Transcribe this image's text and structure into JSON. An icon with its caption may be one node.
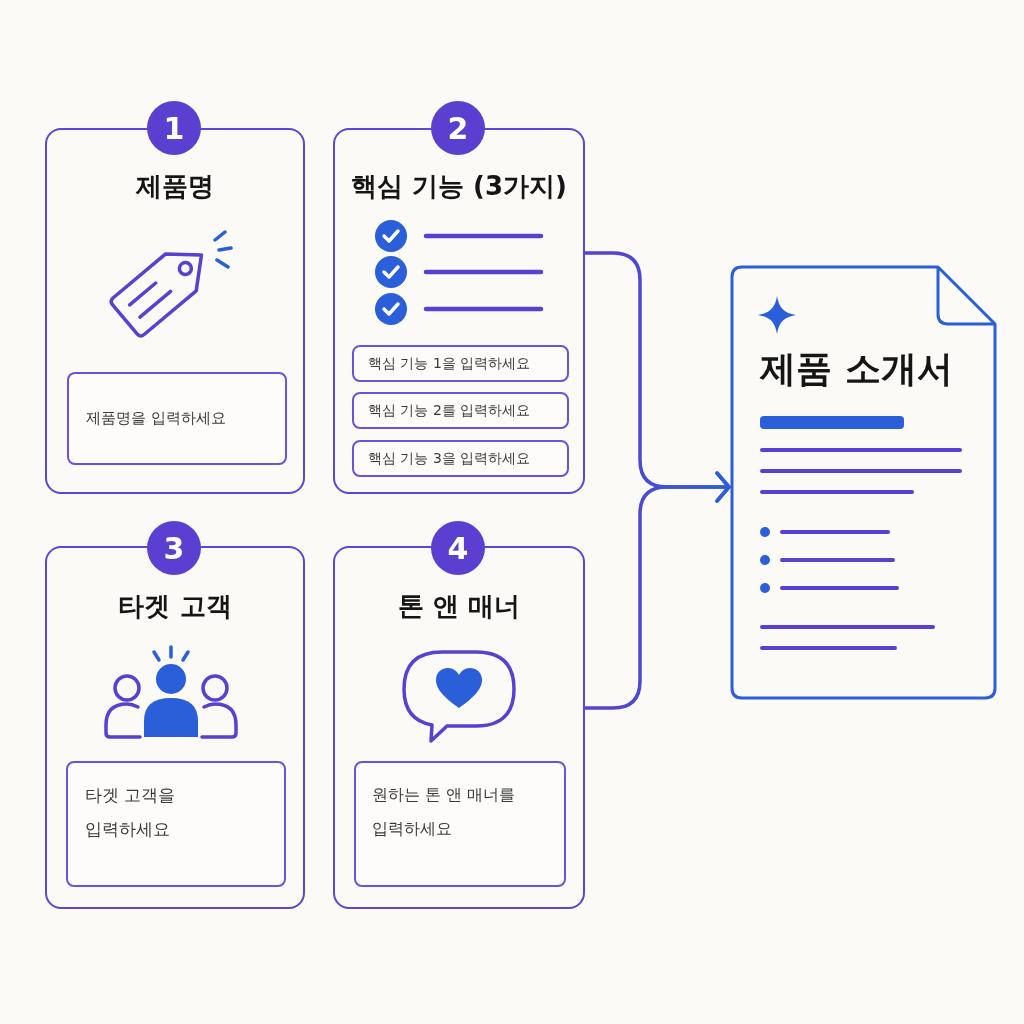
{
  "diagram": {
    "nodes": [
      {
        "text": [
          "1"
        ]
      },
      {
        "text": [
          "제품명"
        ]
      },
      {
        "text": [
          "제품명을 입력하세요"
        ],
        "in": 1
      },
      {
        "text": [
          "2"
        ]
      },
      {
        "text": [
          "핵심 기능 (3가지)"
        ]
      },
      {
        "text": [
          "핵심 기능 1을 입력하세요"
        ],
        "in": 4
      },
      {
        "text": [
          "핵심 기능 2를 입력하세요"
        ],
        "in": 4
      },
      {
        "text": [
          "핵심 기능 3을 입력하세요"
        ],
        "in": 4
      },
      {
        "text": [
          "3"
        ]
      },
      {
        "text": [
          "타겟 고객"
        ]
      },
      {
        "text": [
          "타겟 고객을 입력하세요"
        ],
        "in": 9
      },
      {
        "text": [
          "4"
        ]
      },
      {
        "text": [
          "톤 앤 매너"
        ]
      },
      {
        "text": [
          "원하는 톤 앤 매너를 입력하세요"
        ],
        "in": 12
      },
      {
        "text": [
          "제품 소개서"
        ]
      }
    ],
    "edges": [
      {
        "from": 4,
        "to": 14,
        "arrow": "to"
      },
      {
        "from": 12,
        "to": 14,
        "arrow": "to"
      }
    ]
  }
}
